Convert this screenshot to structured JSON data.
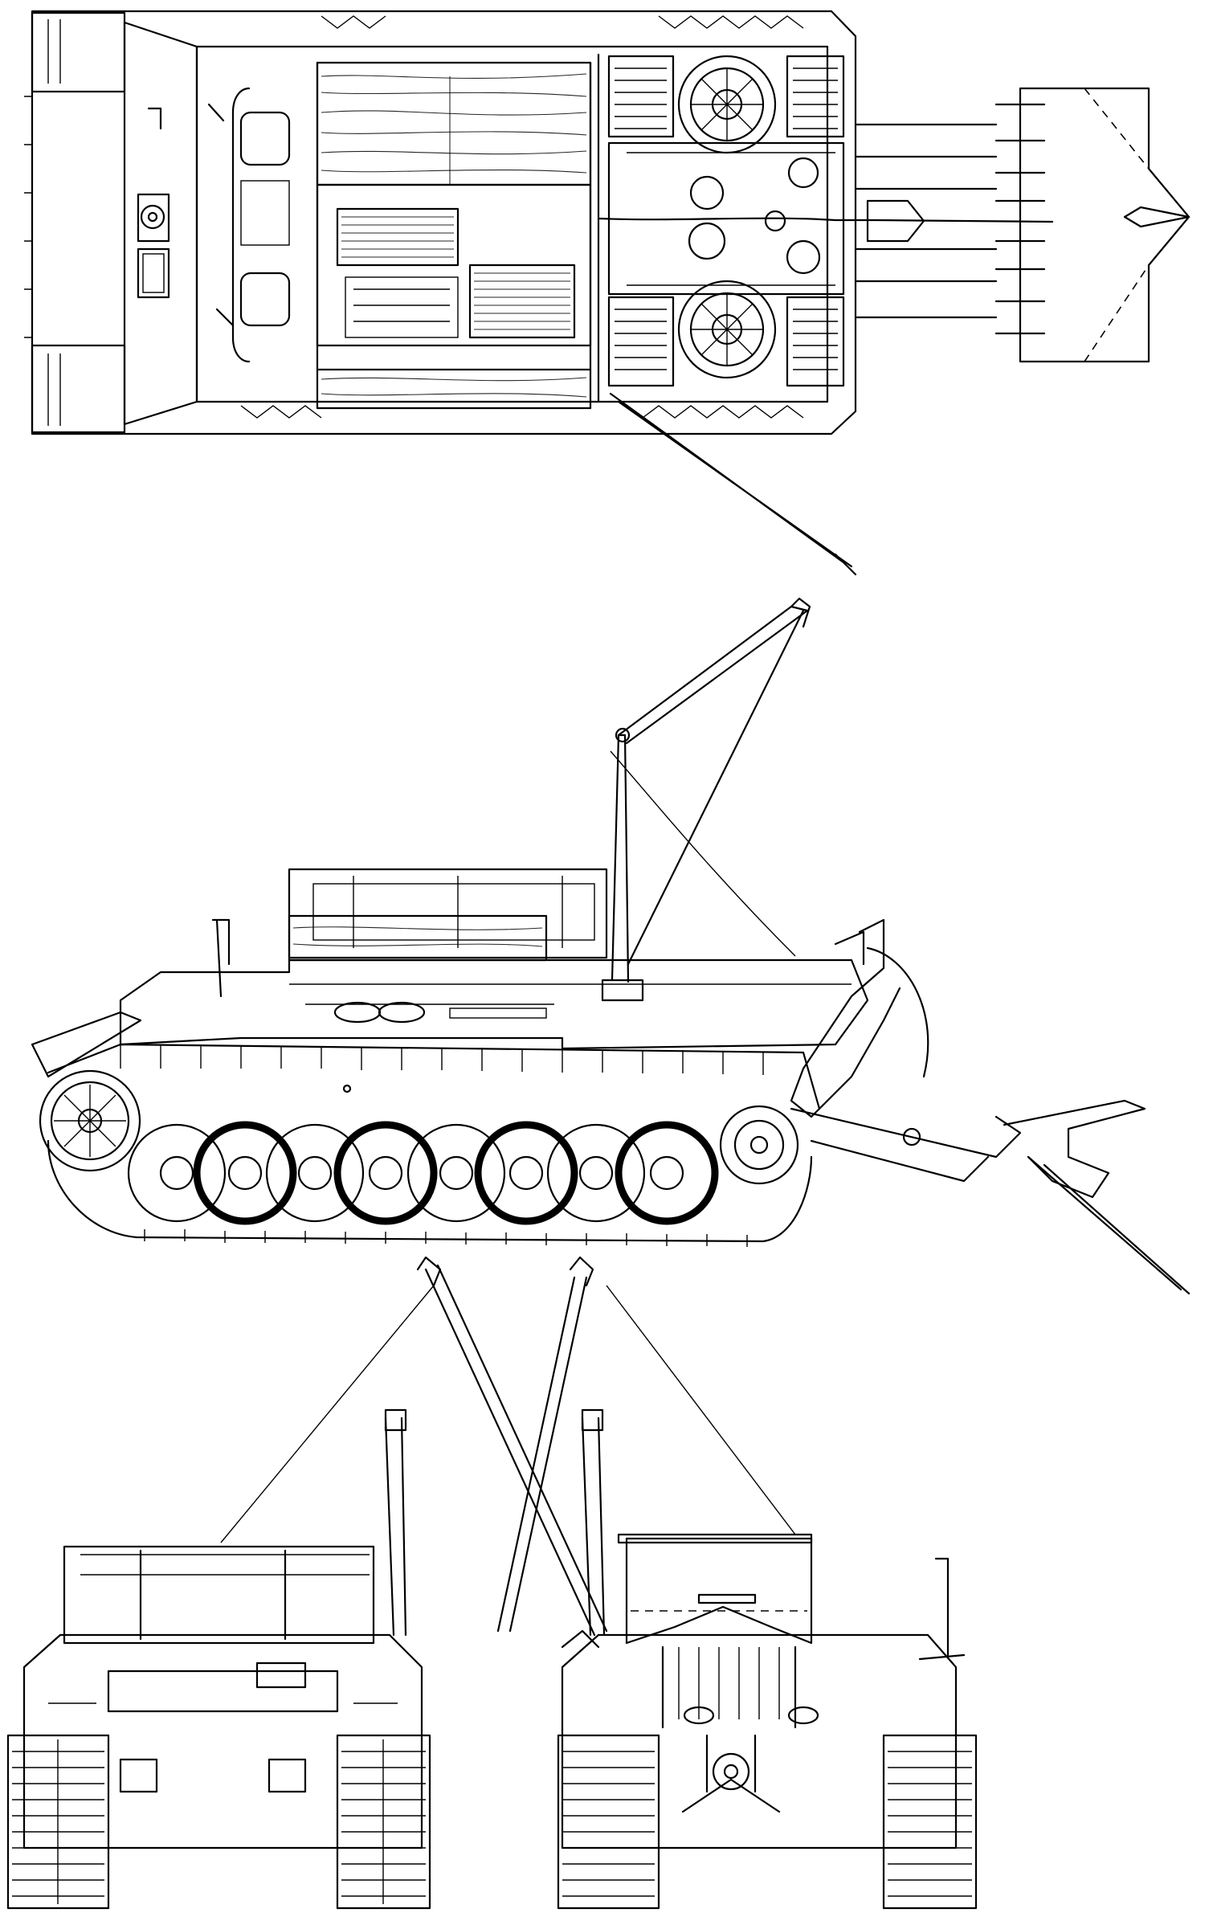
{
  "drawing": {
    "views": [
      {
        "id": "top-view",
        "kind": "plan"
      },
      {
        "id": "side-view",
        "kind": "left-elevation"
      },
      {
        "id": "front-view",
        "kind": "front-elevation"
      },
      {
        "id": "rear-view",
        "kind": "rear-elevation"
      }
    ],
    "ink_color": "#000000",
    "paper_color": "#ffffff"
  }
}
